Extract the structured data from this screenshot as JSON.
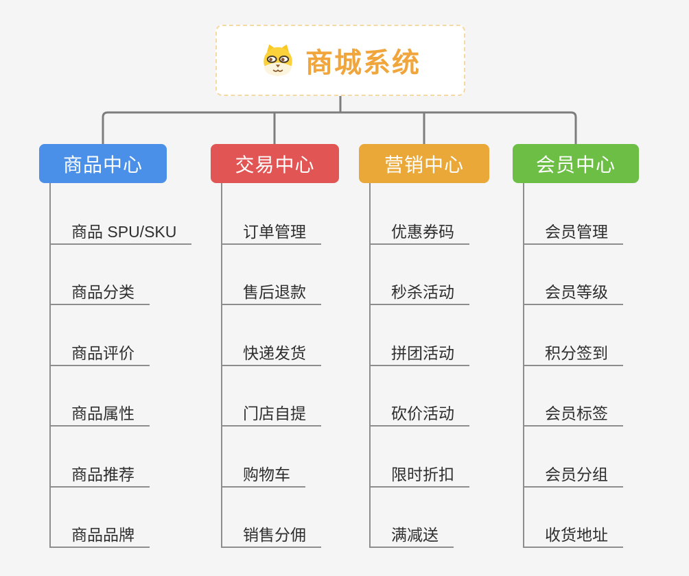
{
  "diagram": {
    "title": "商城系统",
    "background_color": "#f5f5f5",
    "connector_color": "#7d7d7d",
    "leaf_line_color": "#8d8d8d"
  },
  "root": {
    "label": "商城系统",
    "icon": "dog-face-icon",
    "text_color": "#f0a63c",
    "border_color": "#f4d9a2"
  },
  "branches": [
    {
      "label": "商品中心",
      "color": "#4a90e8",
      "items": [
        "商品 SPU/SKU",
        "商品分类",
        "商品评价",
        "商品属性",
        "商品推荐",
        "商品品牌"
      ]
    },
    {
      "label": "交易中心",
      "color": "#e15654",
      "items": [
        "订单管理",
        "售后退款",
        "快递发货",
        "门店自提",
        "购物车",
        "销售分佣"
      ]
    },
    {
      "label": "营销中心",
      "color": "#eaa838",
      "items": [
        "优惠券码",
        "秒杀活动",
        "拼团活动",
        "砍价活动",
        "限时折扣",
        "满减送"
      ]
    },
    {
      "label": "会员中心",
      "color": "#6dbe45",
      "items": [
        "会员管理",
        "会员等级",
        "积分签到",
        "会员标签",
        "会员分组",
        "收货地址"
      ]
    }
  ]
}
